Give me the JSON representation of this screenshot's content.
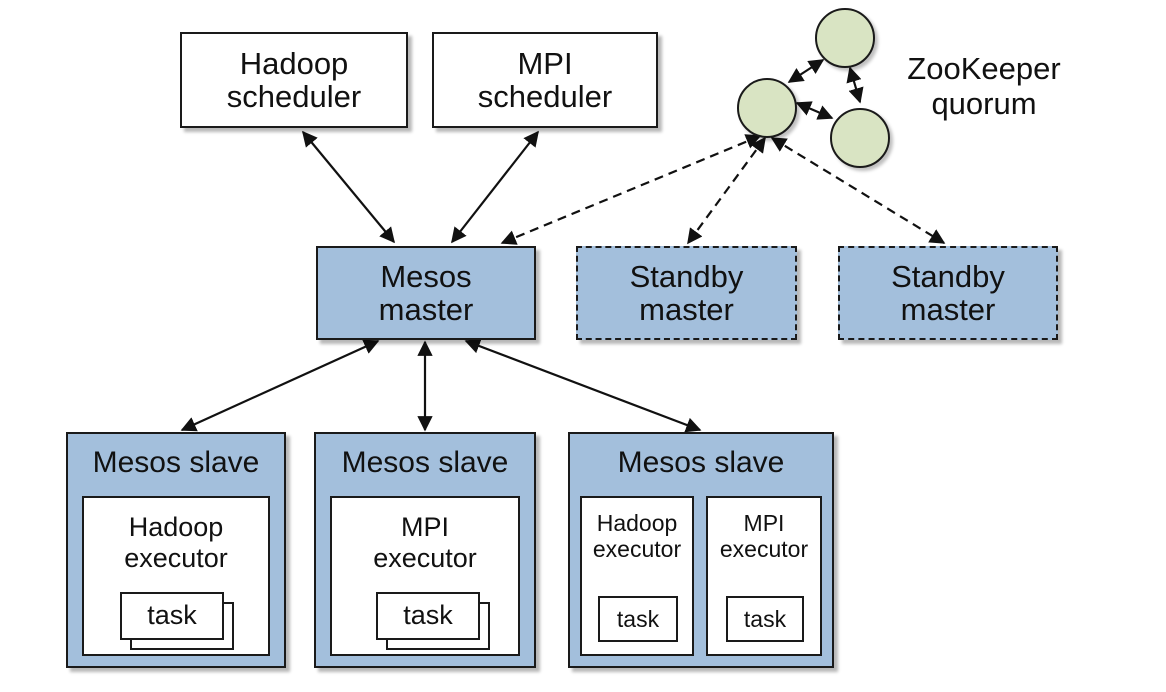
{
  "frameworks": {
    "hadoop_scheduler": [
      "Hadoop",
      "scheduler"
    ],
    "mpi_scheduler": [
      "MPI",
      "scheduler"
    ]
  },
  "zookeeper": {
    "label": [
      "ZooKeeper",
      "quorum"
    ]
  },
  "masters": {
    "mesos_master": [
      "Mesos",
      "master"
    ],
    "standby_1": [
      "Standby",
      "master"
    ],
    "standby_2": [
      "Standby",
      "master"
    ]
  },
  "slaves": [
    {
      "title": "Mesos slave",
      "executors": [
        {
          "label": [
            "Hadoop",
            "executor"
          ],
          "task": "task"
        }
      ]
    },
    {
      "title": "Mesos slave",
      "executors": [
        {
          "label": [
            "MPI",
            "executor"
          ],
          "task": "task"
        }
      ]
    },
    {
      "title": "Mesos slave",
      "executors": [
        {
          "label": [
            "Hadoop",
            "executor"
          ],
          "task": "task"
        },
        {
          "label": [
            "MPI",
            "executor"
          ],
          "task": "task"
        }
      ]
    }
  ],
  "colors": {
    "component_fill": "#a3bfdc",
    "zookeeper_fill": "#d9e4c3",
    "stroke": "#1a1a1a"
  }
}
